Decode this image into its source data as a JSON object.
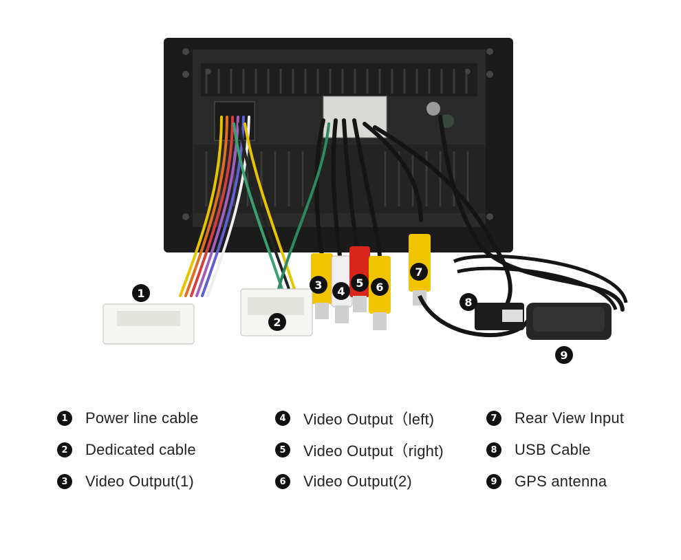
{
  "colors": {
    "panel": "#1b1b1b",
    "cable": "#151515",
    "rca_yellow": "#f2c400",
    "rca_red": "#d8261d",
    "rca_white": "#efefef",
    "connector": "#f5f5f2"
  },
  "callouts": [
    "1",
    "2",
    "3",
    "4",
    "5",
    "6",
    "7",
    "8",
    "9"
  ],
  "legend": [
    [
      {
        "num": "1",
        "label": "Power line cable"
      },
      {
        "num": "2",
        "label": "Dedicated cable"
      },
      {
        "num": "3",
        "label": "Video Output(1)"
      }
    ],
    [
      {
        "num": "4",
        "label": "Video Output（left)"
      },
      {
        "num": "5",
        "label": "Video Output（right)"
      },
      {
        "num": "6",
        "label": "Video Output(2)"
      }
    ],
    [
      {
        "num": "7",
        "label": "Rear View Input"
      },
      {
        "num": "8",
        "label": "USB Cable"
      },
      {
        "num": "9",
        "label": "GPS antenna"
      }
    ]
  ]
}
